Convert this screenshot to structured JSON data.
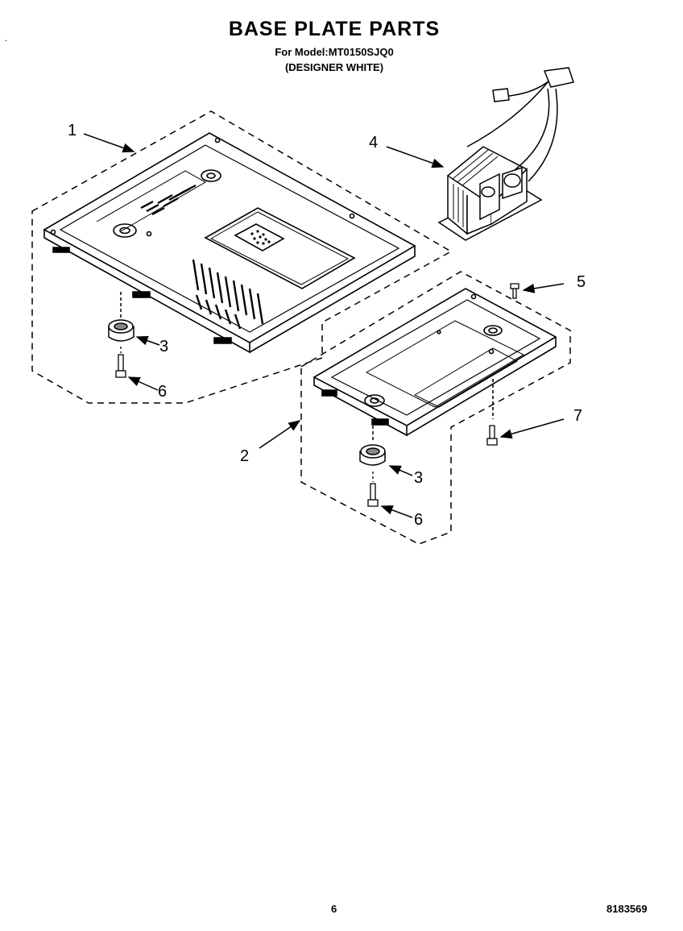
{
  "header": {
    "title": "BASE PLATE PARTS",
    "model_line": "For Model:MT0150SJQ0",
    "color_line": "(DESIGNER WHITE)"
  },
  "callouts": {
    "c1": "1",
    "c2": "2",
    "c3a": "3",
    "c3b": "3",
    "c4": "4",
    "c5": "5",
    "c6a": "6",
    "c6b": "6",
    "c7": "7"
  },
  "footer": {
    "page_number": "6",
    "doc_code": "8183569"
  },
  "marks": {
    "corner_dot": "."
  }
}
